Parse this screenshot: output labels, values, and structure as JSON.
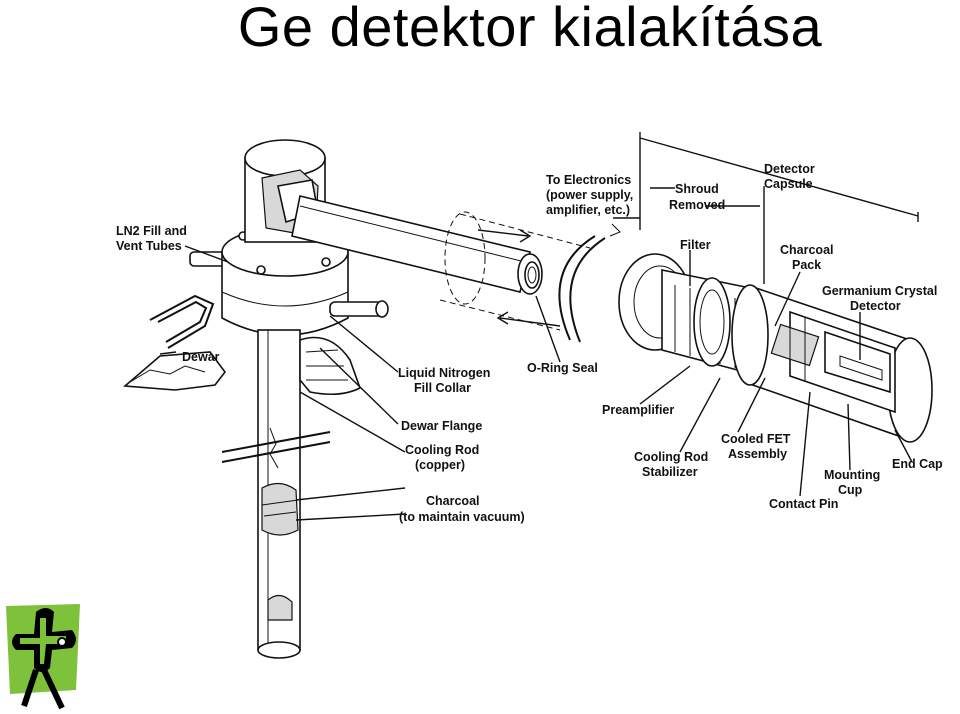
{
  "title": "Ge detektor kialakítása",
  "labels": {
    "ln2_fill_1": "LN2 Fill and",
    "ln2_fill_2": "Vent Tubes",
    "dewar": "Dewar",
    "to_electronics_1": "To Electronics",
    "to_electronics_2": "(power supply,",
    "to_electronics_3": "amplifier, etc.)",
    "shroud_1": "Shroud",
    "shroud_2": "Removed",
    "detector_capsule_1": "Detector",
    "detector_capsule_2": "Capsule",
    "filter": "Filter",
    "charcoal_pack_1": "Charcoal",
    "charcoal_pack_2": "Pack",
    "germanium_1": "Germanium Crystal",
    "germanium_2": "Detector",
    "o_ring_seal": "O-Ring Seal",
    "liquid_nitrogen_1": "Liquid Nitrogen",
    "liquid_nitrogen_2": "Fill Collar",
    "dewar_flange": "Dewar Flange",
    "preamplifier": "Preamplifier",
    "cooling_rod_1": "Cooling Rod",
    "cooling_rod_2": "(copper)",
    "cooled_fet_1": "Cooled FET",
    "cooled_fet_2": "Assembly",
    "cooling_rod_stab_1": "Cooling Rod",
    "cooling_rod_stab_2": "Stabilizer",
    "end_cap": "End Cap",
    "mounting_cup_1": "Mounting",
    "mounting_cup_2": "Cup",
    "charcoal_1": "Charcoal",
    "charcoal_2": "(to maintain vacuum)",
    "contact_pin": "Contact Pin"
  },
  "colors": {
    "logo_green": "#7ec13a",
    "logo_black": "#000000",
    "line": "#111111"
  },
  "icons": {
    "logo": "cross-figure-logo-icon"
  }
}
